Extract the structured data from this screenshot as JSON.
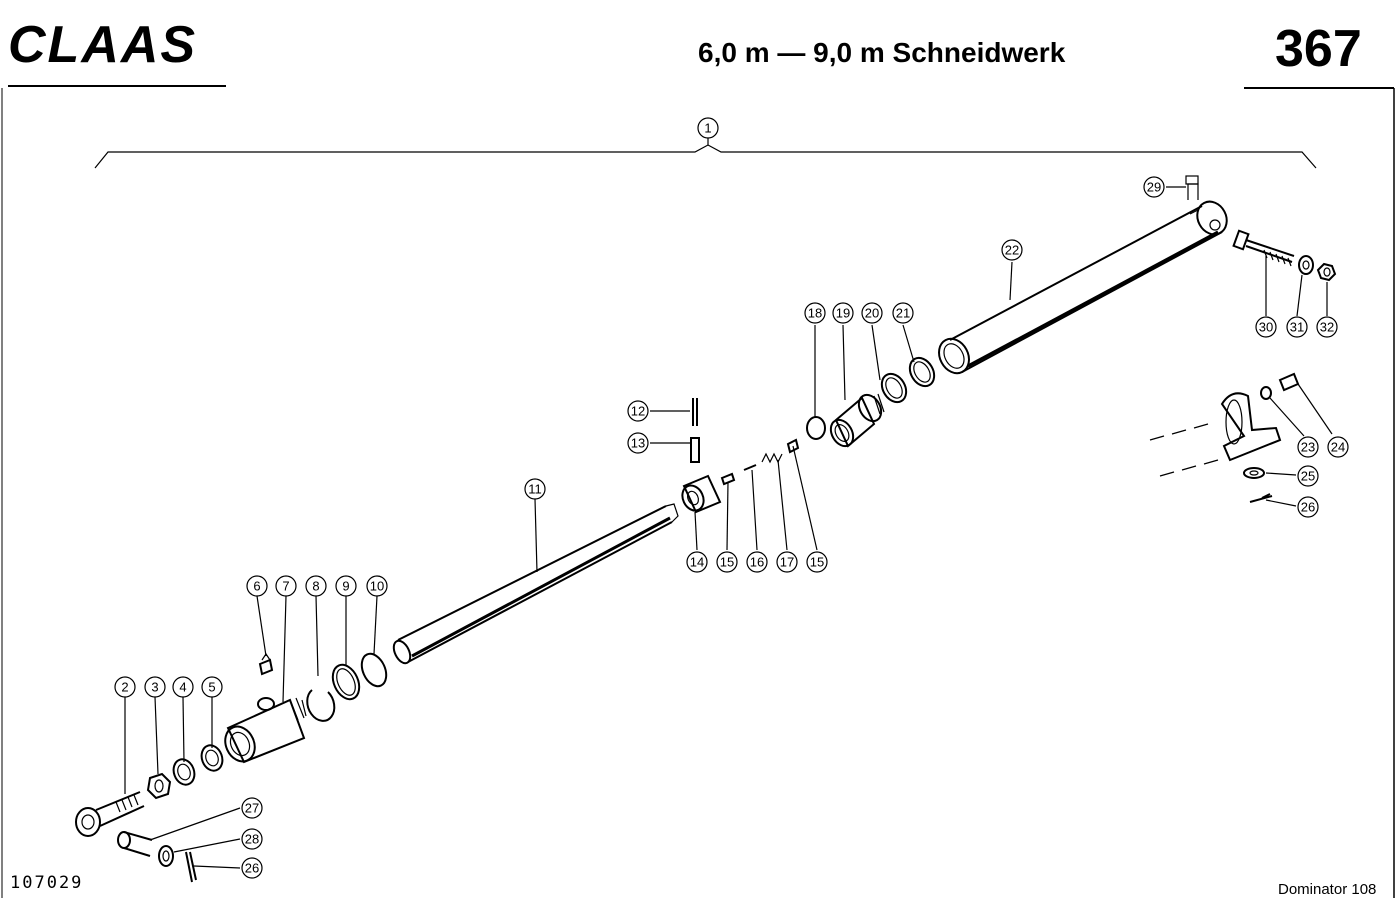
{
  "header": {
    "brand": "CLAAS",
    "title": "6,0 m — 9,0 m Schneidwerk",
    "page_number": "367"
  },
  "footer": {
    "drawing_number": "107029",
    "model": "Dominator 108"
  },
  "callouts": [
    {
      "id": "c1",
      "num": "1"
    },
    {
      "id": "c2",
      "num": "2"
    },
    {
      "id": "c3",
      "num": "3"
    },
    {
      "id": "c4",
      "num": "4"
    },
    {
      "id": "c5",
      "num": "5"
    },
    {
      "id": "c6",
      "num": "6"
    },
    {
      "id": "c7",
      "num": "7"
    },
    {
      "id": "c8",
      "num": "8"
    },
    {
      "id": "c9",
      "num": "9"
    },
    {
      "id": "c10",
      "num": "10"
    },
    {
      "id": "c11",
      "num": "11"
    },
    {
      "id": "c12",
      "num": "12"
    },
    {
      "id": "c13",
      "num": "13"
    },
    {
      "id": "c14",
      "num": "14"
    },
    {
      "id": "c15a",
      "num": "15"
    },
    {
      "id": "c16",
      "num": "16"
    },
    {
      "id": "c17",
      "num": "17"
    },
    {
      "id": "c15b",
      "num": "15"
    },
    {
      "id": "c18",
      "num": "18"
    },
    {
      "id": "c19",
      "num": "19"
    },
    {
      "id": "c20",
      "num": "20"
    },
    {
      "id": "c21",
      "num": "21"
    },
    {
      "id": "c22",
      "num": "22"
    },
    {
      "id": "c23",
      "num": "23"
    },
    {
      "id": "c24",
      "num": "24"
    },
    {
      "id": "c25",
      "num": "25"
    },
    {
      "id": "c26a",
      "num": "26"
    },
    {
      "id": "c27",
      "num": "27"
    },
    {
      "id": "c28",
      "num": "28"
    },
    {
      "id": "c26b",
      "num": "26"
    },
    {
      "id": "c29",
      "num": "29"
    },
    {
      "id": "c30",
      "num": "30"
    },
    {
      "id": "c31",
      "num": "31"
    },
    {
      "id": "c32",
      "num": "32"
    }
  ]
}
